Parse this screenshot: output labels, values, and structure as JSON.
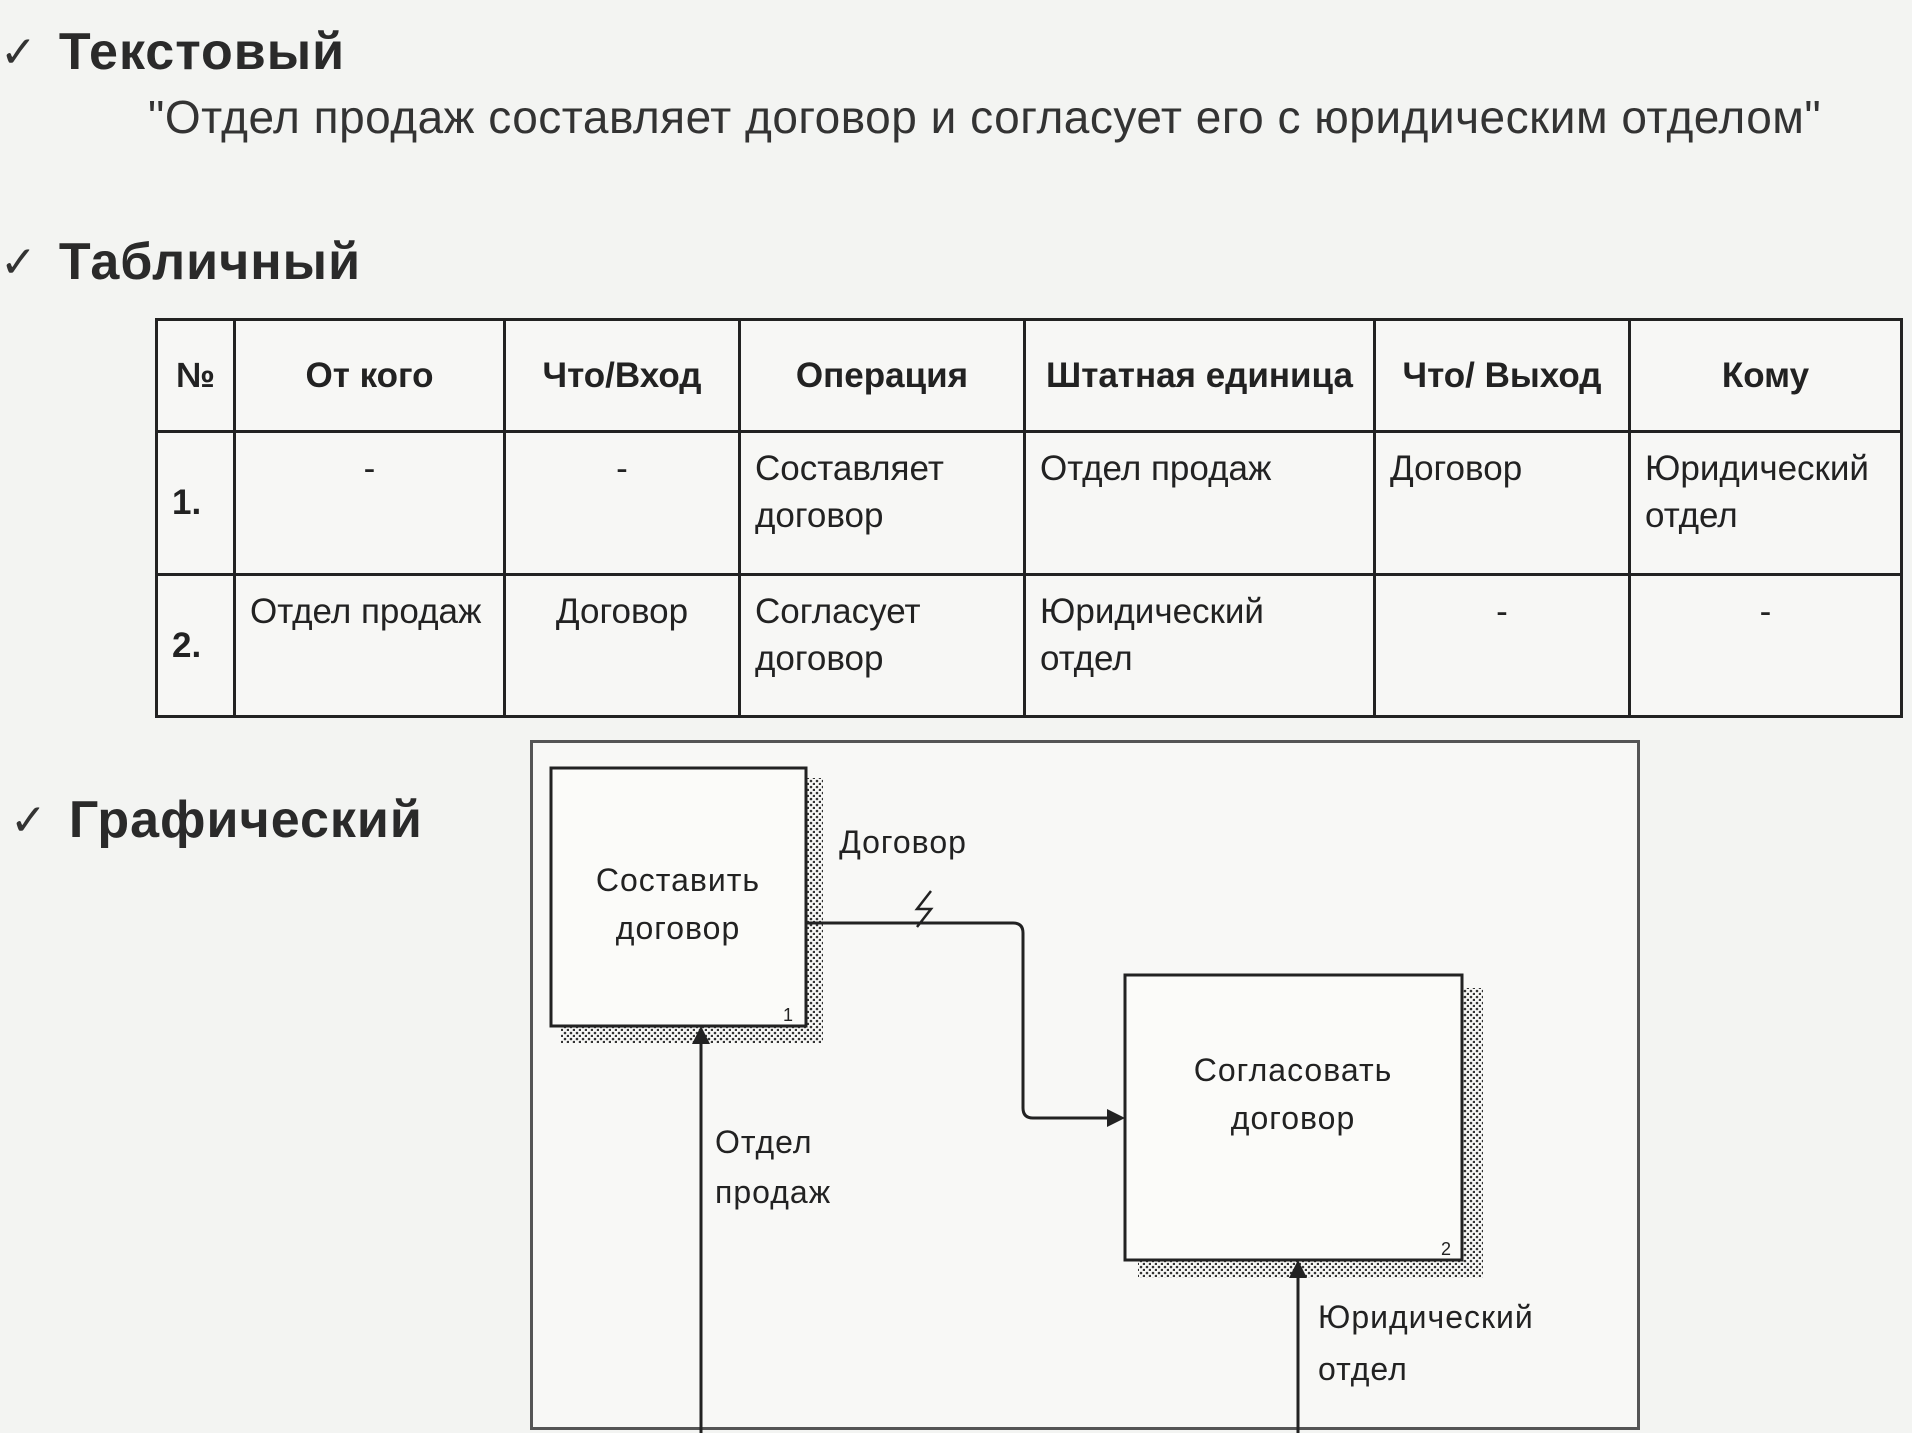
{
  "sections": {
    "textual": {
      "heading": "Текстовый",
      "quote": "\"Отдел продаж составляет договор и согласует его с юридическим отделом\""
    },
    "tabular": {
      "heading": "Табличный",
      "table": {
        "headers": [
          "№",
          "От кого",
          "Что/Вход",
          "Операция",
          "Штатная единица",
          "Что/ Выход",
          "Кому"
        ],
        "rows": [
          [
            "1.",
            "-",
            "-",
            "Составляет договор",
            "Отдел продаж",
            "Договор",
            "Юридический отдел"
          ],
          [
            "2.",
            "Отдел продаж",
            "Договор",
            "Согласует договор",
            "Юридический отдел",
            "-",
            "-"
          ]
        ]
      }
    },
    "graphical": {
      "heading": "Графический",
      "diagram": {
        "box1": {
          "label_line1": "Составить",
          "label_line2": "договор",
          "number": "1"
        },
        "box2": {
          "label_line1": "Согласовать",
          "label_line2": "договор",
          "number": "2"
        },
        "arrow_output": "Договор",
        "mechanism1_line1": "Отдел",
        "mechanism1_line2": "продаж",
        "mechanism2_line1": "Юридический",
        "mechanism2_line2": "отдел"
      }
    }
  },
  "icons": {
    "check": "✓"
  }
}
